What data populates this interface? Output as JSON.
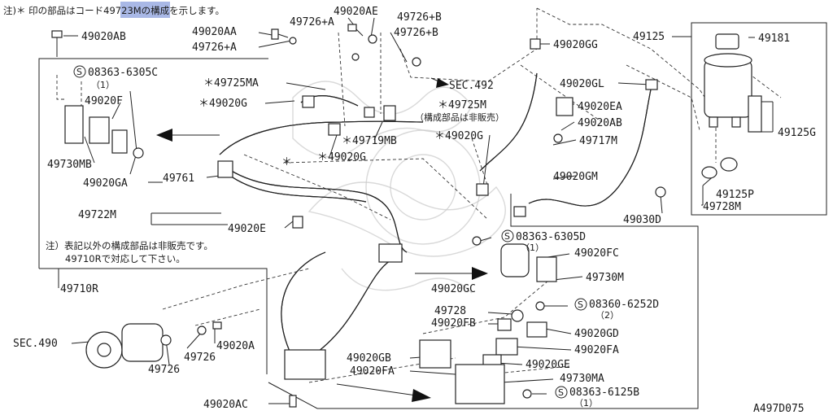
{
  "header_note": {
    "before": "注)＊ 印の部品はコード",
    "highlight": "4972",
    "after": "3Mの構成を示します。"
  },
  "note_footer": {
    "line1": "注）表記以外の構成部品は非販売です。",
    "line2": "49710Rで対応して下さい。"
  },
  "sublabel_nonsale": "（構成部品は非販売）",
  "diagram_code": "A497D075",
  "labels": {
    "p49020AB_a": "49020AB",
    "p49020AE": "49020AE",
    "p49726B_a": "49726+B",
    "p49726A_a": "49726+A",
    "p49020AA": "49020AA",
    "p49726B_b": "49726+B",
    "p49726A_b": "49726+A",
    "p49020GG": "49020GG",
    "p49125": "49125",
    "p49181": "49181",
    "p08363_6305C": "08363-6305C",
    "p08363_6305C_q": "（1）",
    "p49725MA": "＊49725MA",
    "sec492": "SEC.492",
    "p49020GL": "49020GL",
    "p49020G_a": "＊49020G",
    "p49020F": "49020F",
    "p49725M": "＊49725M",
    "p49020EA": "49020EA",
    "p49020AB_b": "49020AB",
    "p49125G": "49125G",
    "p49719MB": "＊49719MB",
    "p49730MB": "49730MB",
    "p49020G_b": "＊49020G",
    "p49020G_c": "＊49020G",
    "p49717M": "49717M",
    "p49020GA": "49020GA",
    "p49761": "49761",
    "asterisk": "＊",
    "p49020GM": "49020GM",
    "p49125P": "49125P",
    "p49728M": "49728M",
    "p49722M": "49722M",
    "p49030D": "49030D",
    "p49020E": "49020E",
    "p08363_6305D": "08363-6305D",
    "p08363_6305D_q": "（1）",
    "p49020FC": "49020FC",
    "p49730M": "49730M",
    "p49710R": "49710R",
    "p49020GC": "49020GC",
    "p08360_6252D": "08360-6252D",
    "p08360_6252D_q": "（2）",
    "p49728": "49728",
    "p49020FB": "49020FB",
    "p49020GD": "49020GD",
    "sec490": "SEC.490",
    "p49020A": "49020A",
    "p49726_a": "49726",
    "p49726_b": "49726",
    "p49020FA_a": "49020FA",
    "p49020GB": "49020GB",
    "p49020GE": "49020GE",
    "p49020FA_b": "49020FA",
    "p49730MA": "49730MA",
    "p08363_6125B": "08363-6125B",
    "p08363_6125B_q": "（1）",
    "p49020AC": "49020AC"
  },
  "circled_s": "S"
}
